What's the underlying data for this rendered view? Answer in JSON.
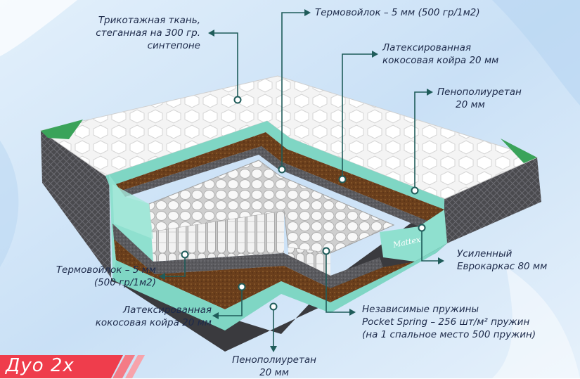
{
  "labels": {
    "knit": [
      "Трикотажная ткань,",
      "стеганная на 300 гр.",
      "синтепоне"
    ],
    "felt_top": "Термовойлок – 5 мм (500 гр/1м2)",
    "coir_top": [
      "Латексированная",
      "кокосовая койра 20 мм"
    ],
    "foam_top": [
      "Пенополиуретан",
      "20 мм"
    ],
    "frame": [
      "Усиленный",
      "Еврокаркас 80 мм"
    ],
    "felt_bottom": [
      "Термовойлок – 5 мм",
      "(500 гр/1м2)"
    ],
    "coir_bottom": [
      "Латексированная",
      "кокосовая койра 20 мм"
    ],
    "springs": [
      "Независимые пружины",
      "Pocket Spring – 256 шт/м² пружин",
      "(на 1 спальное место 500 пружин)"
    ],
    "foam_bottom": [
      "Пенополиуретан",
      "20 мм"
    ]
  },
  "brand": {
    "name": "Дуо 2х",
    "logo": "Mattex"
  },
  "colors": {
    "line": "#1f5c5a",
    "text": "#1d2a4a",
    "foam": "#7fd6c4",
    "coir": "#6b3f1c",
    "felt": "#5a5a5e",
    "brand_red": "#ef3d4c"
  }
}
